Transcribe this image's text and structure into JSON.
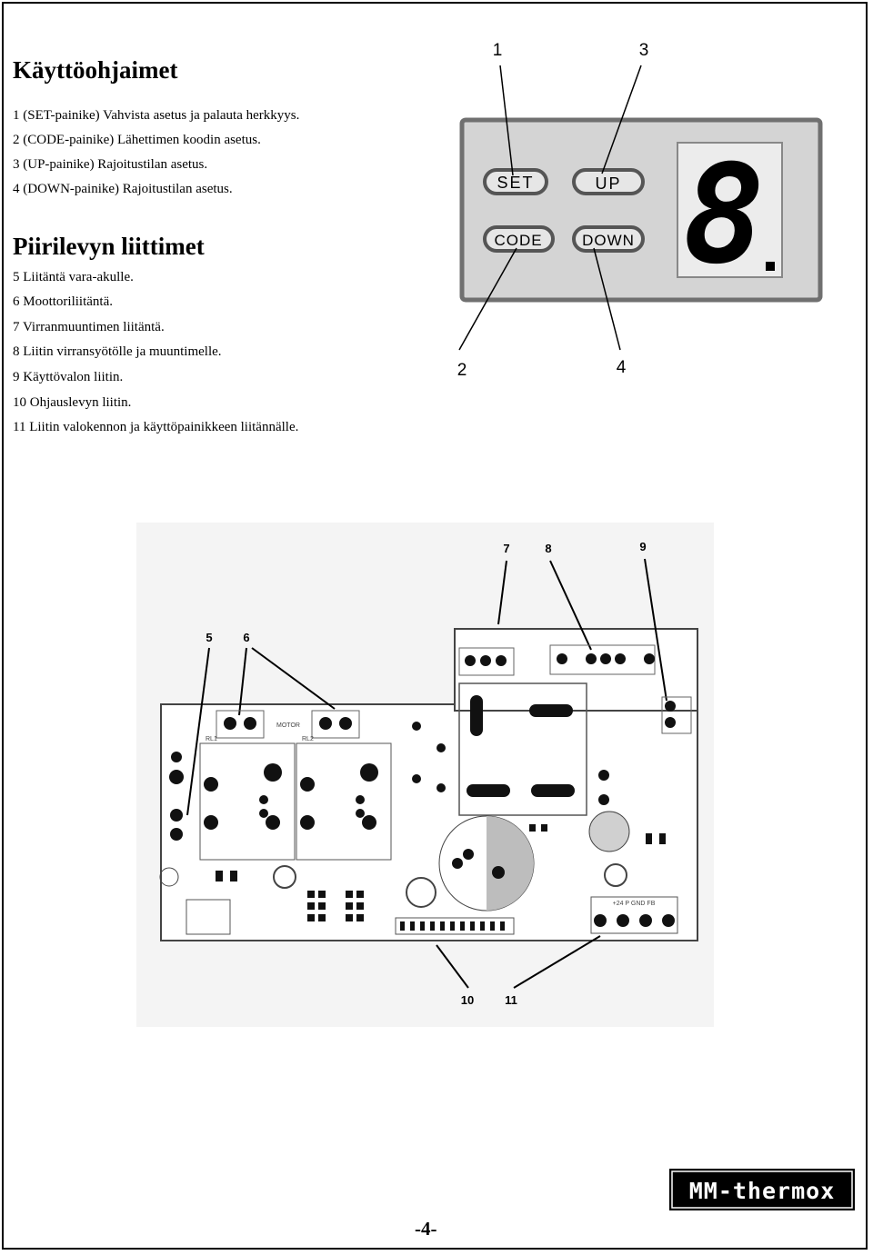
{
  "controls": {
    "heading": "Käyttöohjaimet",
    "items": [
      "1 (SET-painike) Vahvista asetus ja palauta herkkyys.",
      "2 (CODE-painike) Lähettimen koodin asetus.",
      "3 (UP-painike) Rajoitustilan asetus.",
      "4 (DOWN-painike) Rajoitustilan asetus."
    ]
  },
  "connectors": {
    "heading": "Piirilevyn liittimet",
    "items": [
      "5 Liitäntä vara-akulle.",
      "6 Moottoriliitäntä.",
      "7 Virranmuuntimen liitäntä.",
      "8 Liitin virransyötölle ja muuntimelle.",
      "9 Käyttövalon liitin.",
      "10 Ohjauslevyn liitin.",
      "11 Liitin valokennon ja käyttöpainikkeen liitännälle."
    ]
  },
  "panel": {
    "callouts": [
      "1",
      "3",
      "2",
      "4"
    ],
    "buttons": {
      "set": "SET",
      "up": "UP",
      "code": "CODE",
      "down": "DOWN"
    },
    "display": "8",
    "display_color": "#000000",
    "panel_color": "#d4d4d4"
  },
  "board": {
    "callouts": [
      "7",
      "8",
      "9",
      "5",
      "6",
      "10",
      "11"
    ],
    "silkscreen": {
      "motor": "MOTOR",
      "power": "+24  P  GND  FB",
      "rl1": "RL1",
      "rl2": "RL2"
    }
  },
  "footer": {
    "logo": "MM-thermox",
    "page_number": "-4-"
  }
}
